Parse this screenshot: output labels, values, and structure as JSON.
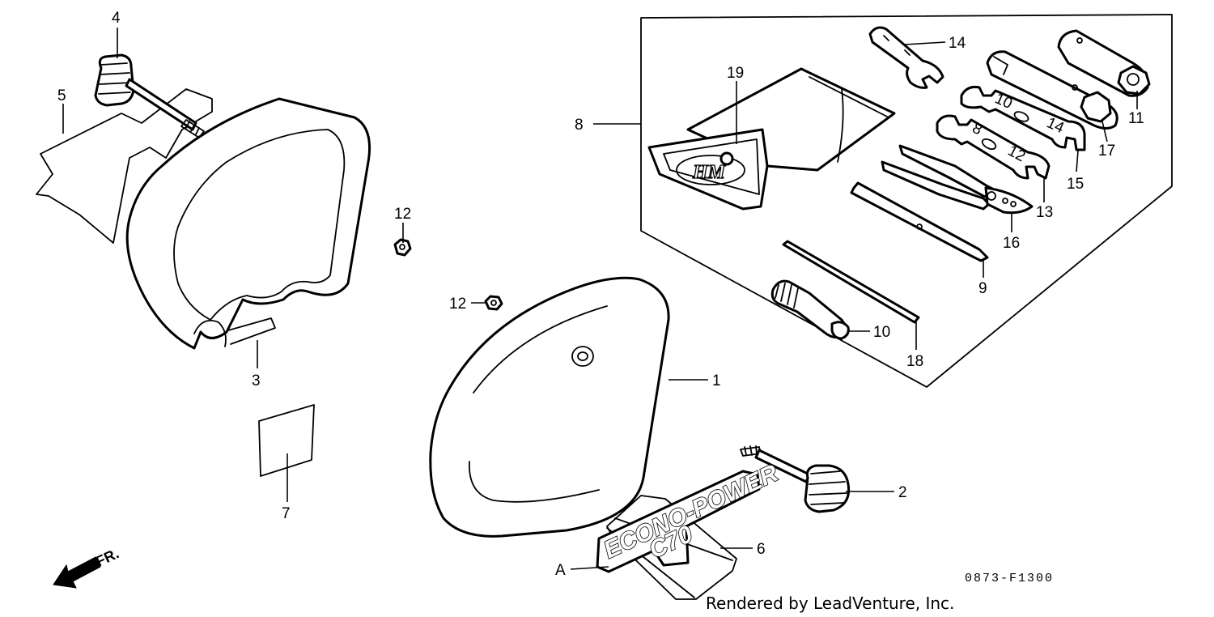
{
  "callouts": {
    "c1": "1",
    "c2": "2",
    "c3": "3",
    "c4": "4",
    "c5": "5",
    "c6": "6",
    "c7": "7",
    "c8": "8",
    "c9": "9",
    "c10": "10",
    "c11": "11",
    "c12a": "12",
    "c12b": "12",
    "c13": "13",
    "c14": "14",
    "c15": "15",
    "c16": "16",
    "c17": "17",
    "c18": "18",
    "c19": "19",
    "cA": "A"
  },
  "emblem": {
    "line1": "ECONO-POWER",
    "line2": "C70"
  },
  "pouch_logo": "HM",
  "wrench_marks": {
    "w15a": "10",
    "w15b": "14",
    "w13a": "8",
    "w13b": "12"
  },
  "direction": {
    "label": "FR."
  },
  "diagram_code": "0873-F1300",
  "credit": "Rendered by LeadVenture, Inc."
}
